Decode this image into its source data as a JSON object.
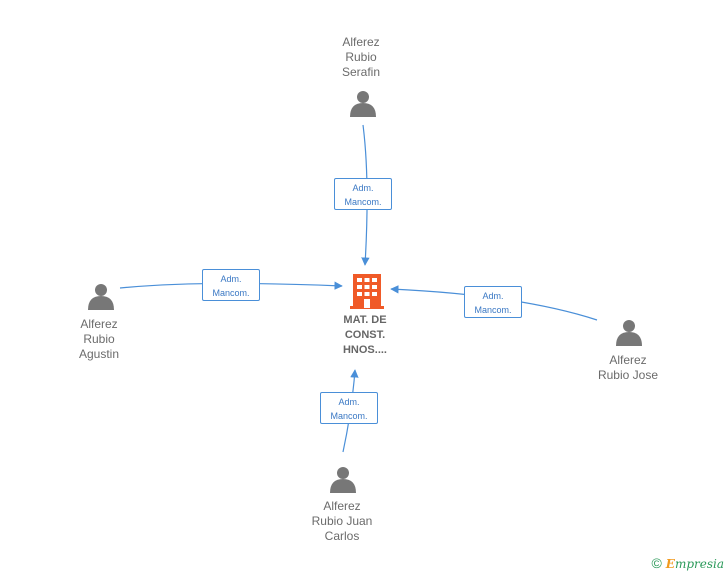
{
  "company": {
    "name_lines": [
      "MAT. DE",
      "CONST.",
      "HNOS...."
    ],
    "icon": "building-icon",
    "color": "#f05a28"
  },
  "persons": [
    {
      "id": "serafin",
      "name_lines": [
        "Alferez",
        "Rubio",
        "Serafin"
      ],
      "icon": "person-icon",
      "edge_label": [
        "Adm.",
        "Mancom."
      ]
    },
    {
      "id": "agustin",
      "name_lines": [
        "Alferez",
        "Rubio",
        "Agustin"
      ],
      "icon": "person-icon",
      "edge_label": [
        "Adm.",
        "Mancom."
      ]
    },
    {
      "id": "jose",
      "name_lines": [
        "Alferez",
        "Rubio Jose"
      ],
      "icon": "person-icon",
      "edge_label": [
        "Adm.",
        "Mancom."
      ]
    },
    {
      "id": "juan-carlos",
      "name_lines": [
        "Alferez",
        "Rubio Juan",
        "Carlos"
      ],
      "icon": "person-icon",
      "edge_label": [
        "Adm.",
        "Mancom."
      ]
    }
  ],
  "colors": {
    "edge": "#4a8fd8",
    "person": "#777777"
  },
  "footer": {
    "copyright": "©",
    "brand_initial": "E",
    "brand_rest": "mpresia"
  }
}
